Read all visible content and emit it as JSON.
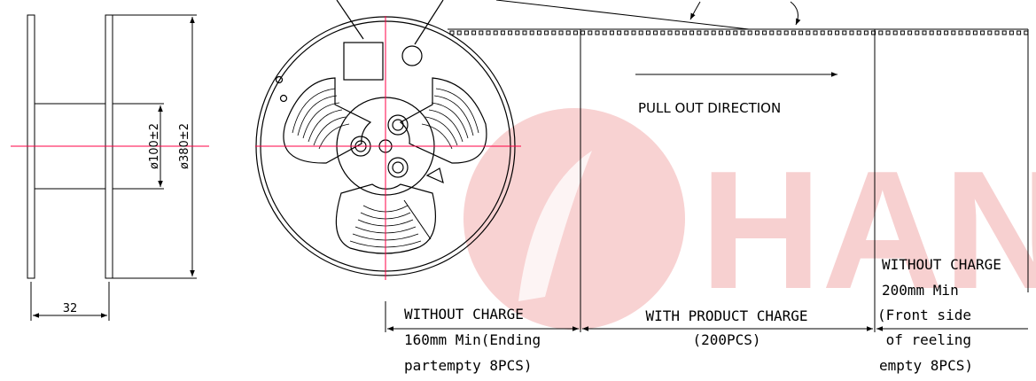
{
  "watermark": {
    "text": "HAN",
    "color": "#f5c6c6"
  },
  "colors": {
    "line": "#000000",
    "centerline": "#ff0044"
  },
  "side_view": {
    "width_dim": "32",
    "hub_dim": "ø100±2",
    "reel_dim": "ø380±2"
  },
  "front_view": {
    "icons": [
      "label-area",
      "index-hole",
      "recycle-symbol"
    ]
  },
  "tape": {
    "direction_label": "PULL OUT DIRECTION",
    "sections": {
      "trailer": {
        "lines": [
          "WITHOUT CHARGE",
          "160mm Min(Ending",
          "partempty 8PCS)"
        ]
      },
      "product": {
        "lines": [
          "WITH PRODUCT CHARGE",
          "(200PCS)"
        ]
      },
      "leader": {
        "lines": [
          "WITHOUT CHARGE",
          "200mm Min",
          "(Front side",
          " of reeling",
          "empty 8PCS)"
        ]
      }
    }
  }
}
